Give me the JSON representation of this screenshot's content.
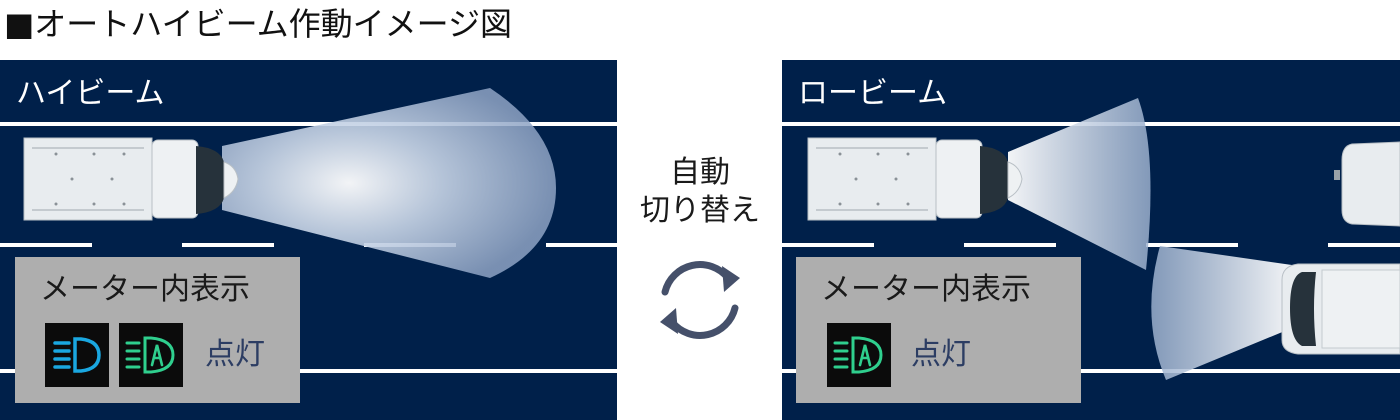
{
  "title": "■オートハイビーム作動イメージ図",
  "left_panel": {
    "label": "ハイビーム",
    "meter_title": "メーター内表示",
    "status": "点灯",
    "indicators": [
      "high-beam-indicator-icon",
      "auto-high-beam-indicator-icon"
    ]
  },
  "switch": {
    "line1": "自動",
    "line2": "切り替え",
    "icon": "cycle-arrows-icon"
  },
  "right_panel": {
    "label": "ロービーム",
    "meter_title": "メーター内表示",
    "status": "点灯",
    "indicators": [
      "auto-high-beam-indicator-icon"
    ]
  },
  "colors": {
    "road": "#00204a",
    "lane_line": "#ffffff",
    "meter_box": "#aeaeae",
    "high_beam_indicator": "#1aa7e0",
    "auto_high_beam_indicator": "#2fcf8e",
    "cycle_arrows": "#45506a",
    "status_text": "#2c3d63"
  }
}
